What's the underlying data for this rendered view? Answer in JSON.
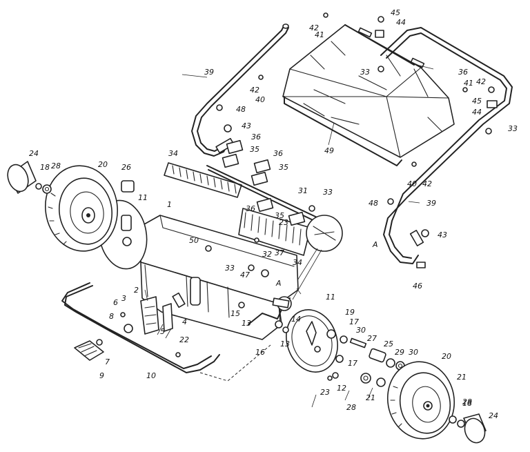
{
  "callouts": [
    {
      "id": "c1",
      "text": "1"
    },
    {
      "id": "c2",
      "text": "2"
    },
    {
      "id": "c3",
      "text": "3"
    },
    {
      "id": "c4",
      "text": "4"
    },
    {
      "id": "c5",
      "text": "5"
    },
    {
      "id": "c6",
      "text": "6"
    },
    {
      "id": "c7",
      "text": "7"
    },
    {
      "id": "c8",
      "text": "8"
    },
    {
      "id": "c9",
      "text": "9"
    },
    {
      "id": "c10",
      "text": "10"
    },
    {
      "id": "c11a",
      "text": "11"
    },
    {
      "id": "c11b",
      "text": "11"
    },
    {
      "id": "c12",
      "text": "12"
    },
    {
      "id": "c13a",
      "text": "13"
    },
    {
      "id": "c13b",
      "text": "13"
    },
    {
      "id": "c14",
      "text": "14"
    },
    {
      "id": "c15",
      "text": "15"
    },
    {
      "id": "c16",
      "text": "16"
    },
    {
      "id": "c17a",
      "text": "17"
    },
    {
      "id": "c17b",
      "text": "17"
    },
    {
      "id": "c18a",
      "text": "18"
    },
    {
      "id": "c18b",
      "text": "18"
    },
    {
      "id": "c19",
      "text": "19"
    },
    {
      "id": "c20a",
      "text": "20"
    },
    {
      "id": "c20b",
      "text": "20"
    },
    {
      "id": "c21a",
      "text": "21"
    },
    {
      "id": "c21b",
      "text": "21"
    },
    {
      "id": "c22",
      "text": "22"
    },
    {
      "id": "c23a",
      "text": "23"
    },
    {
      "id": "c23b",
      "text": "23"
    },
    {
      "id": "c24a",
      "text": "24"
    },
    {
      "id": "c24b",
      "text": "24"
    },
    {
      "id": "c25",
      "text": "25"
    },
    {
      "id": "c26",
      "text": "26"
    },
    {
      "id": "c27",
      "text": "27"
    },
    {
      "id": "c28a",
      "text": "28"
    },
    {
      "id": "c28b",
      "text": "28"
    },
    {
      "id": "c28c",
      "text": "28"
    },
    {
      "id": "c29",
      "text": "29"
    },
    {
      "id": "c30a",
      "text": "30"
    },
    {
      "id": "c30b",
      "text": "30"
    },
    {
      "id": "c31",
      "text": "31"
    },
    {
      "id": "c32",
      "text": "32"
    },
    {
      "id": "c33a",
      "text": "33"
    },
    {
      "id": "c33b",
      "text": "33"
    },
    {
      "id": "c33c",
      "text": "33"
    },
    {
      "id": "c33d",
      "text": "33"
    },
    {
      "id": "c34a",
      "text": "34"
    },
    {
      "id": "c34b",
      "text": "34"
    },
    {
      "id": "c35a",
      "text": "35"
    },
    {
      "id": "c35b",
      "text": "35"
    },
    {
      "id": "c35c",
      "text": "35"
    },
    {
      "id": "c36a",
      "text": "36"
    },
    {
      "id": "c36b",
      "text": "36"
    },
    {
      "id": "c36c",
      "text": "36"
    },
    {
      "id": "c36d",
      "text": "36"
    },
    {
      "id": "c37",
      "text": "37"
    },
    {
      "id": "c39a",
      "text": "39"
    },
    {
      "id": "c39b",
      "text": "39"
    },
    {
      "id": "c40a",
      "text": "40"
    },
    {
      "id": "c40b",
      "text": "40"
    },
    {
      "id": "c41a",
      "text": "41"
    },
    {
      "id": "c41b",
      "text": "41"
    },
    {
      "id": "c42a",
      "text": "42"
    },
    {
      "id": "c42b",
      "text": "42"
    },
    {
      "id": "c42c",
      "text": "42"
    },
    {
      "id": "c42d",
      "text": "42"
    },
    {
      "id": "c43a",
      "text": "43"
    },
    {
      "id": "c43b",
      "text": "43"
    },
    {
      "id": "c44a",
      "text": "44"
    },
    {
      "id": "c44b",
      "text": "44"
    },
    {
      "id": "c45a",
      "text": "45"
    },
    {
      "id": "c45b",
      "text": "45"
    },
    {
      "id": "c46",
      "text": "46"
    },
    {
      "id": "c47",
      "text": "47"
    },
    {
      "id": "c48a",
      "text": "48"
    },
    {
      "id": "c48b",
      "text": "48"
    },
    {
      "id": "c49",
      "text": "49"
    },
    {
      "id": "c50",
      "text": "50"
    },
    {
      "id": "cAa",
      "text": "A"
    },
    {
      "id": "cAb",
      "text": "A"
    }
  ]
}
